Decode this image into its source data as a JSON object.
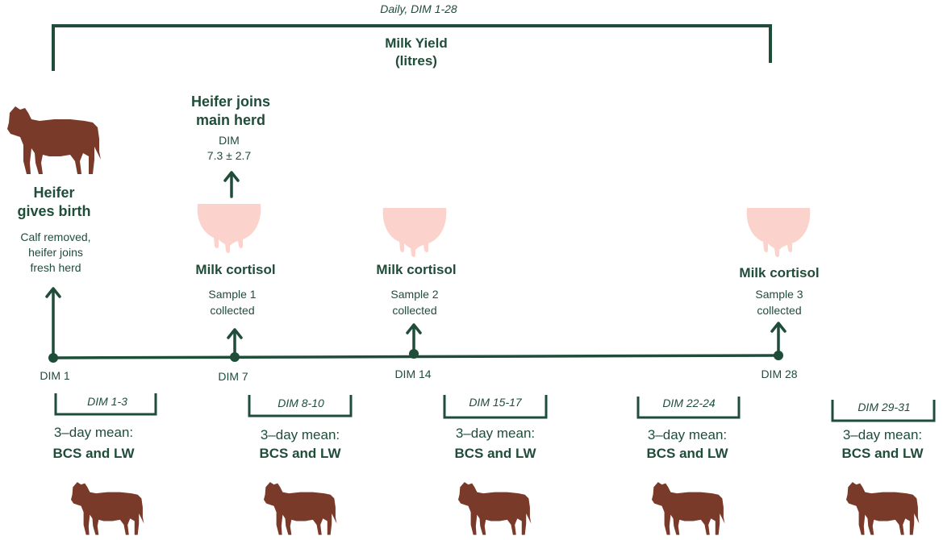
{
  "milk_yield": {
    "caption": "Daily, DIM 1-28",
    "title_line1": "Milk Yield",
    "title_line2": "(litres)"
  },
  "birth": {
    "title_line1": "Heifer",
    "title_line2": "gives birth",
    "note_line1": "Calf removed,",
    "note_line2": "heifer joins",
    "note_line3": "fresh herd"
  },
  "joins_herd": {
    "title_line1": "Heifer joins",
    "title_line2": "main herd",
    "note_line1": "DIM",
    "note_line2": "7.3 ± 2.7"
  },
  "cortisol_samples": [
    {
      "title": "Milk cortisol",
      "line1": "Sample 1",
      "line2": "collected"
    },
    {
      "title": "Milk cortisol",
      "line1": "Sample 2",
      "line2": "collected"
    },
    {
      "title": "Milk cortisol",
      "line1": "Sample 3",
      "line2": "collected"
    }
  ],
  "timeline_points": [
    "DIM 1",
    "DIM 7",
    "DIM 14",
    "DIM 28"
  ],
  "measurement_windows": [
    {
      "range": "DIM 1-3",
      "line1": "3–day mean:",
      "line2": "BCS and LW"
    },
    {
      "range": "DIM 8-10",
      "line1": "3–day mean:",
      "line2": "BCS and LW"
    },
    {
      "range": "DIM 15-17",
      "line1": "3–day mean:",
      "line2": "BCS and LW"
    },
    {
      "range": "DIM 22-24",
      "line1": "3–day mean:",
      "line2": "BCS and LW"
    },
    {
      "range": "DIM 29-31",
      "line1": "3–day mean:",
      "line2": "BCS and LW"
    }
  ],
  "colors": {
    "line": "#1f4d3a",
    "cow": "#7a3a2a",
    "udder": "#fcd3cc"
  }
}
